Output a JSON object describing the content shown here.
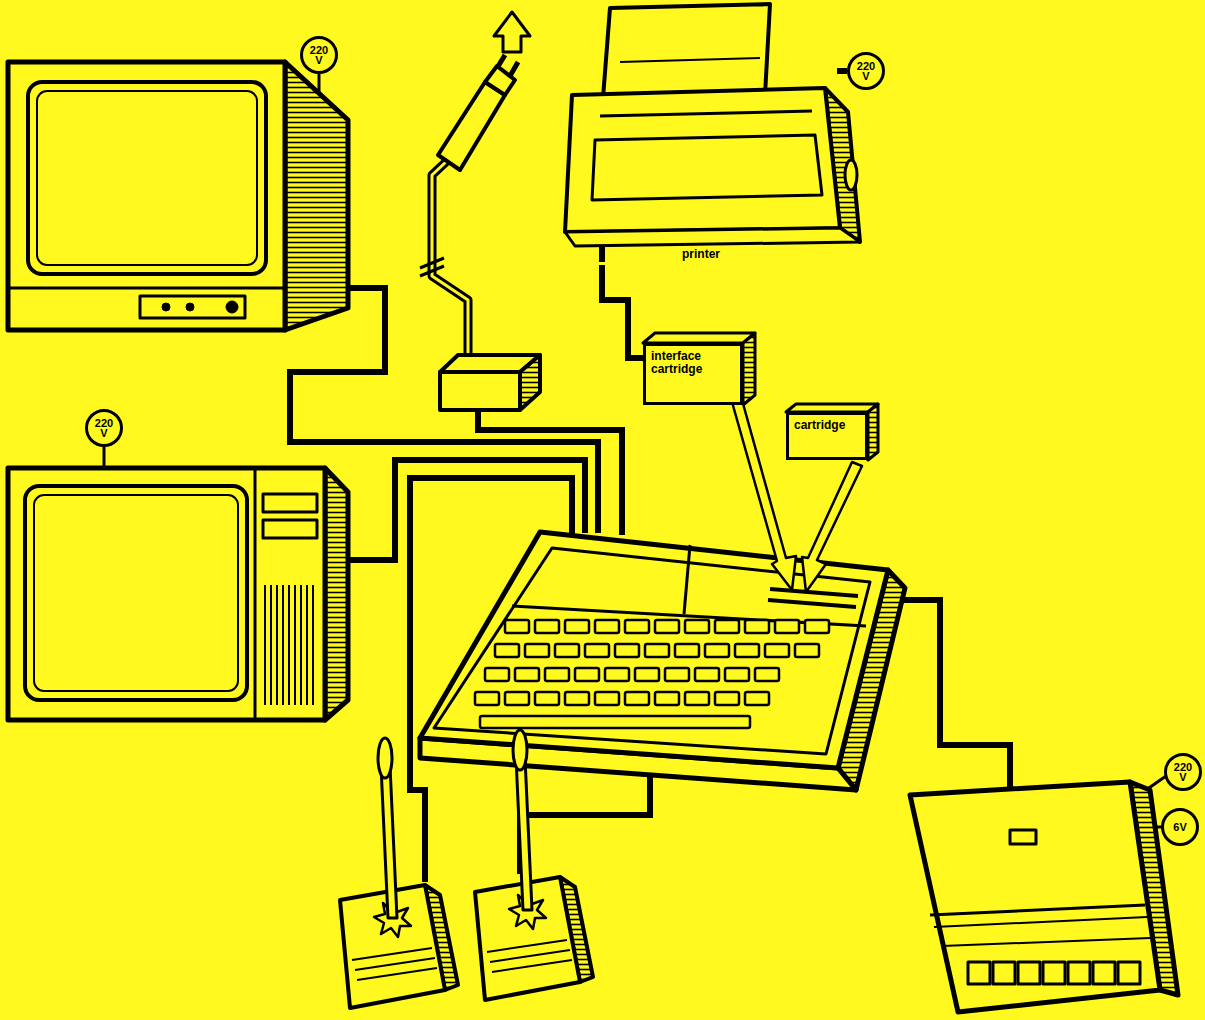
{
  "diagram": {
    "nodes": [
      {
        "text": [
          "printer"
        ]
      },
      {
        "text": [
          "220 V"
        ]
      },
      {
        "text": [
          "220 V"
        ]
      },
      {
        "text": [
          "interface cartridge"
        ]
      },
      {
        "text": [
          "cartridge"
        ]
      },
      {
        "text": [
          "220 V"
        ]
      },
      {
        "text": [
          "220 V"
        ]
      },
      {
        "text": [
          "6V"
        ]
      }
    ],
    "edges": [
      {
        "from": 3,
        "to": 0,
        "arrow": "none"
      },
      {
        "from": 0,
        "to": 1,
        "arrow": "none"
      }
    ]
  }
}
